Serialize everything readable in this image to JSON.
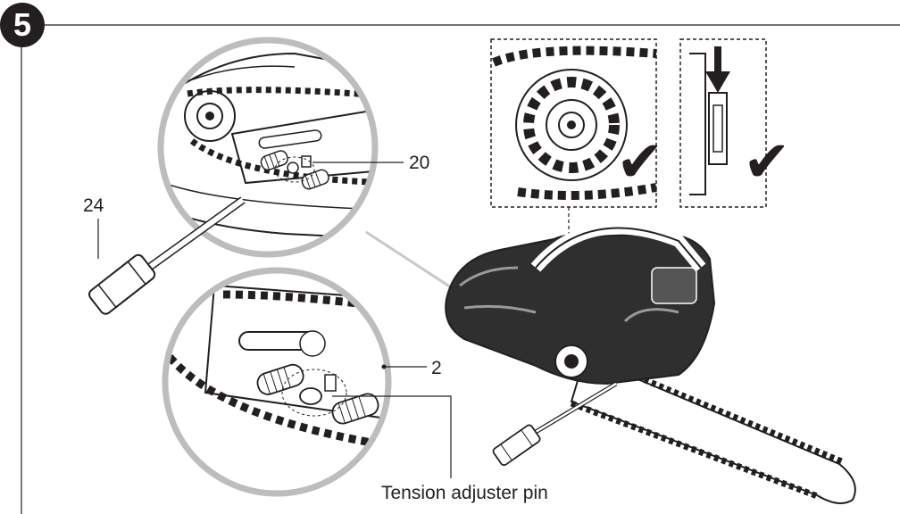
{
  "step": {
    "number": "5"
  },
  "labels": {
    "adjuster_screw": "20",
    "tool": "24",
    "guide_bar": "2",
    "pin": "Tension adjuster pin"
  },
  "panels": {
    "sprocket_check": {
      "mark": "✔"
    },
    "bar_check": {
      "mark": "✔"
    }
  },
  "colors": {
    "ink": "#231f20",
    "callout_ring": "#bdbdbd",
    "bar_fill": "#ffffff",
    "body_dark": "#2f2f2f"
  }
}
